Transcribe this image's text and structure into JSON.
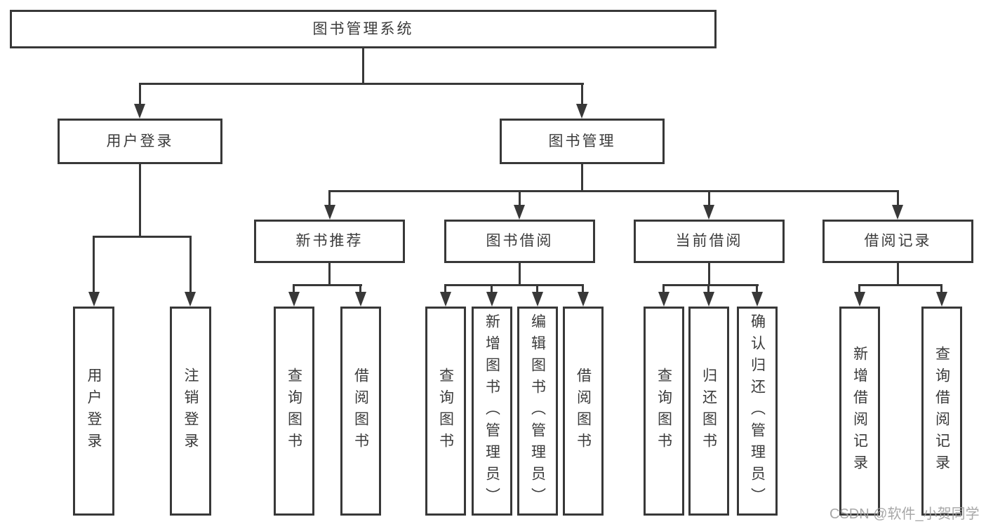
{
  "diagram": {
    "type": "hierarchy-tree",
    "tree": {
      "label": "图书管理系统",
      "children": [
        {
          "label": "用户登录",
          "children": [
            {
              "label": "用户登录"
            },
            {
              "label": "注销登录"
            }
          ]
        },
        {
          "label": "图书管理",
          "children": [
            {
              "label": "新书推荐",
              "children": [
                {
                  "label": "查询图书"
                },
                {
                  "label": "借阅图书"
                }
              ]
            },
            {
              "label": "图书借阅",
              "children": [
                {
                  "label": "查询图书"
                },
                {
                  "label": "新增图书（管理员）"
                },
                {
                  "label": "编辑图书（管理员）"
                },
                {
                  "label": "借阅图书"
                }
              ]
            },
            {
              "label": "当前借阅",
              "children": [
                {
                  "label": "查询图书"
                },
                {
                  "label": "归还图书"
                },
                {
                  "label": "确认归还（管理员）"
                }
              ]
            },
            {
              "label": "借阅记录",
              "children": [
                {
                  "label": "新增借阅记录"
                },
                {
                  "label": "查询借阅记录"
                }
              ]
            }
          ]
        }
      ]
    },
    "colors": {
      "line": "#383838",
      "text": "#3b3b3b",
      "background": "#ffffff",
      "watermark": "#9e9e9e"
    }
  },
  "watermark": {
    "text": "CSDN @软件_小贺同学"
  }
}
